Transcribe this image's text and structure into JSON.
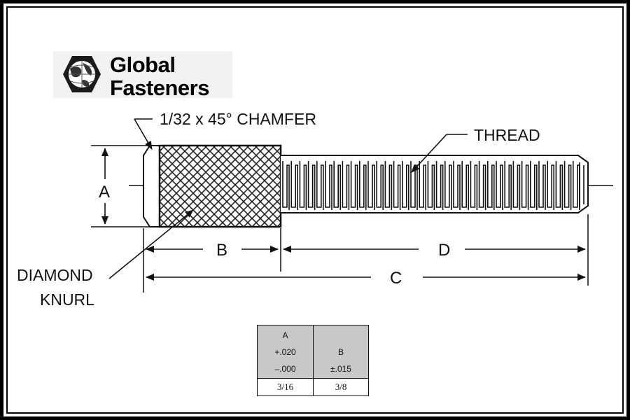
{
  "logo": {
    "line1": "Global",
    "line2": "Fasteners"
  },
  "labels": {
    "chamfer": "1/32 x 45° CHAMFER",
    "thread": "THREAD",
    "knurl_line1": "DIAMOND",
    "knurl_line2": "KNURL"
  },
  "dimensions": {
    "a": "A",
    "b": "B",
    "c": "C",
    "d": "D"
  },
  "table": {
    "col_a": {
      "line1": "A",
      "line2": "+.020",
      "line3": "–.000",
      "value": "3/16"
    },
    "col_b": {
      "line1": "B",
      "line2": "±.015",
      "value": "3/8"
    }
  }
}
